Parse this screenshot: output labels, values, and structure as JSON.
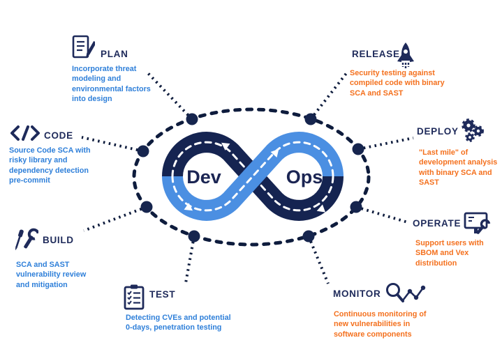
{
  "center": {
    "dev_label": "Dev",
    "ops_label": "Ops"
  },
  "stages": [
    {
      "id": "plan",
      "title": "PLAN",
      "icon": "document-pencil-icon",
      "description": "Incorporate threat modeling and environmental factors into design"
    },
    {
      "id": "code",
      "title": "CODE",
      "icon": "code-brackets-icon",
      "description": "Source Code SCA with risky library and dependency detection pre-commit"
    },
    {
      "id": "build",
      "title": "BUILD",
      "icon": "tools-icon",
      "description": "SCA and SAST vulnerability review and mitigation"
    },
    {
      "id": "test",
      "title": "TEST",
      "icon": "checklist-clipboard-icon",
      "description": "Detecting CVEs and potential 0-days, penetration testing"
    },
    {
      "id": "release",
      "title": "RELEASE",
      "icon": "rocket-icon",
      "description": "Security testing against compiled code with binary SCA and SAST"
    },
    {
      "id": "deploy",
      "title": "DEPLOY",
      "icon": "gears-icon",
      "description": "\"Last mile\" of development analysis with binary SCA and SAST"
    },
    {
      "id": "operate",
      "title": "OPERATE",
      "icon": "monitor-wrench-icon",
      "description": "Support users with SBOM and Vex distribution"
    },
    {
      "id": "monitor",
      "title": "MONITOR",
      "icon": "magnifier-chart-icon",
      "description": "Continuous monitoring of new vulnerabilities in software components"
    }
  ],
  "colors": {
    "navy_band": "#152451",
    "blue_band": "#4b8fe2",
    "title_navy": "#1e2a5a",
    "desc_blue": "#2e7fd9",
    "desc_orange": "#f4701d",
    "ring_dark": "#0e1c3d",
    "dash_white": "#ffffff"
  }
}
